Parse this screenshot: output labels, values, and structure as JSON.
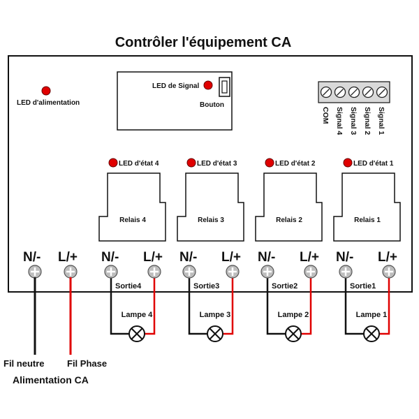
{
  "title": "Contrôler l'équipement CA",
  "power_led_label": "LED d'alimentation",
  "signal_led_label": "LED de Signal",
  "button_label": "Bouton",
  "signal_terminals": [
    "COM",
    "Signal 4",
    "Signal 3",
    "Signal 2",
    "Signal 1"
  ],
  "main_terminals": {
    "neutral": "N/-",
    "live": "L/+"
  },
  "channels": [
    {
      "status_led": "LED d'état 4",
      "relay": "Relais 4",
      "neutral": "N/-",
      "live": "L/+",
      "output": "Sortie4",
      "lamp": "Lampe 4"
    },
    {
      "status_led": "LED d'état 3",
      "relay": "Relais 3",
      "neutral": "N/-",
      "live": "L/+",
      "output": "Sortie3",
      "lamp": "Lampe 3"
    },
    {
      "status_led": "LED d'état 2",
      "relay": "Relais 2",
      "neutral": "N/-",
      "live": "L/+",
      "output": "Sortie2",
      "lamp": "Lampe 2"
    },
    {
      "status_led": "LED d'état 1",
      "relay": "Relais 1",
      "neutral": "N/-",
      "live": "L/+",
      "output": "Sortie1",
      "lamp": "Lampe 1"
    }
  ],
  "wire_labels": {
    "neutral": "Fil neutre",
    "phase": "Fil Phase"
  },
  "supply_label": "Alimentation CA",
  "colors": {
    "led": "#e00000",
    "live_wire": "#e00000",
    "neutral_wire": "#111111",
    "terminal": "#bdbdbd"
  }
}
